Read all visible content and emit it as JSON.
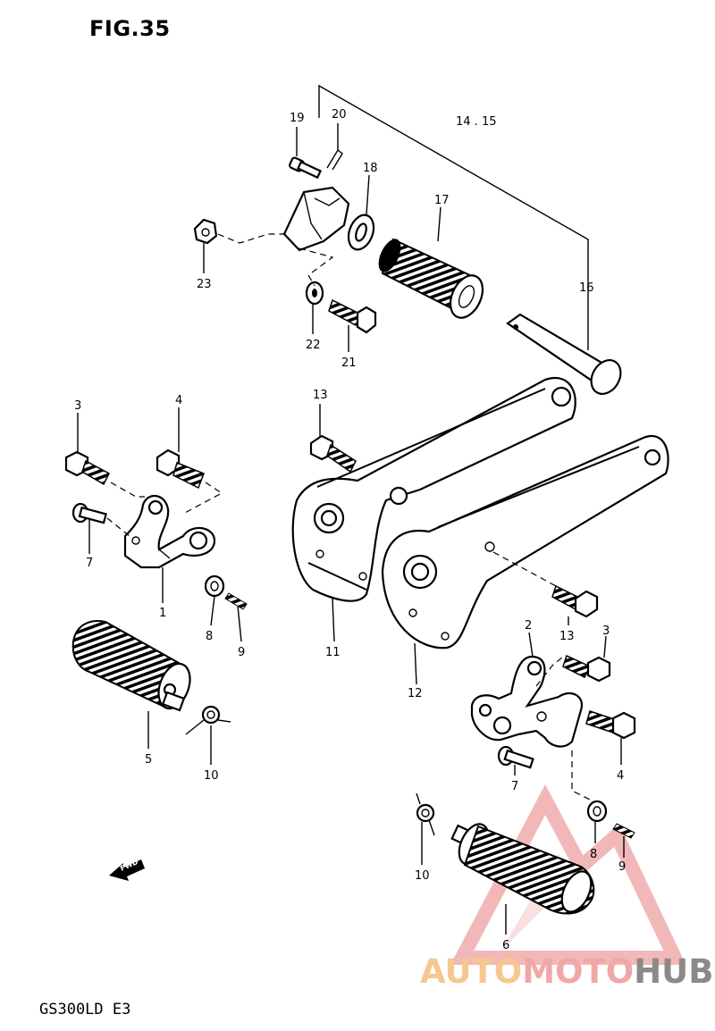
{
  "figure": {
    "title": "FIG.35",
    "model": "GS300LD  E3"
  },
  "watermark": {
    "part1": "AUTO",
    "part2": "MOTO",
    "part3": "HUB"
  },
  "fwd_label": "FWD",
  "callouts": [
    {
      "id": "c19",
      "text": "19"
    },
    {
      "id": "c20",
      "text": "20"
    },
    {
      "id": "c1415",
      "text": "14 . 15"
    },
    {
      "id": "c18",
      "text": "18"
    },
    {
      "id": "c17",
      "text": "17"
    },
    {
      "id": "c16",
      "text": "16"
    },
    {
      "id": "c23",
      "text": "23"
    },
    {
      "id": "c22",
      "text": "22"
    },
    {
      "id": "c21",
      "text": "21"
    },
    {
      "id": "c13a",
      "text": "13"
    },
    {
      "id": "c3a",
      "text": "3"
    },
    {
      "id": "c4a",
      "text": "4"
    },
    {
      "id": "c7a",
      "text": "7"
    },
    {
      "id": "c1",
      "text": "1"
    },
    {
      "id": "c8a",
      "text": "8"
    },
    {
      "id": "c9a",
      "text": "9"
    },
    {
      "id": "c11",
      "text": "11"
    },
    {
      "id": "c13b",
      "text": "13"
    },
    {
      "id": "c12",
      "text": "12"
    },
    {
      "id": "c2",
      "text": "2"
    },
    {
      "id": "c3b",
      "text": "3"
    },
    {
      "id": "c5",
      "text": "5"
    },
    {
      "id": "c10a",
      "text": "10"
    },
    {
      "id": "c4b",
      "text": "4"
    },
    {
      "id": "c7b",
      "text": "7"
    },
    {
      "id": "c8b",
      "text": "8"
    },
    {
      "id": "c9b",
      "text": "9"
    },
    {
      "id": "c10b",
      "text": "10"
    },
    {
      "id": "c6",
      "text": "6"
    }
  ]
}
